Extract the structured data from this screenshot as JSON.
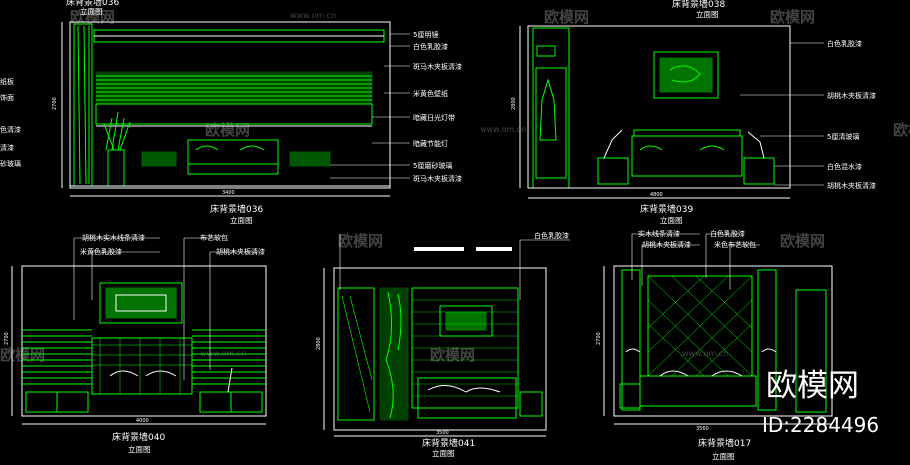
{
  "drawings": {
    "d036": {
      "title": "床背景墙036",
      "subtitle": "立面图",
      "top_title": "床背景墙036",
      "width_dim": "3400",
      "height_dim": "2700",
      "callouts": [
        "5厘明镜",
        "白色乳胶漆",
        "斑马木夹板清漆",
        "米黄色壁纸",
        "暗藏日光灯带",
        "暗藏节能灯",
        "5厘磨砂玻璃",
        "斑马木夹板清漆"
      ],
      "left_callouts": [
        "纸板",
        "饰面",
        "色清漆",
        "清漆",
        "砂玻璃"
      ]
    },
    "d039": {
      "title": "床背景墙039",
      "subtitle": "立面图",
      "top_title": "床背景墙038",
      "top_subtitle": "立面图",
      "width_dim": "4800",
      "height_dim": "2800",
      "callouts": [
        "白色乳胶漆",
        "胡桃木夹板清漆",
        "5厘清玻璃",
        "白色混水漆",
        "胡桃木夹板清漆"
      ]
    },
    "d040": {
      "title": "床背景墙040",
      "subtitle": "立面图",
      "width_dim": "4000",
      "height_dim": "2700",
      "callouts": [
        "胡桃木实木线条清漆",
        "米黄色乳胶漆",
        "布艺软包",
        "胡桃木夹板清漆"
      ]
    },
    "d041": {
      "title": "床背景墙041",
      "subtitle": "立面图",
      "width_dim": "3500",
      "height_dim": "2800",
      "callouts": [
        "白色乳胶漆"
      ]
    },
    "d017": {
      "title": "床背景墙017",
      "subtitle": "立面图",
      "width_dim": "3560",
      "height_dim": "2700",
      "callouts": [
        "实木线条清漆",
        "胡桃木夹板清漆",
        "白色乳胶漆",
        "米色布艺软包"
      ]
    }
  },
  "watermark": {
    "text": "欧模网",
    "url": "www.om.cn"
  },
  "brand": {
    "name": "欧模网",
    "id": "ID:2284496"
  },
  "colors": {
    "line": "#00ff00",
    "accent": "#ffffff",
    "background": "#000000"
  }
}
